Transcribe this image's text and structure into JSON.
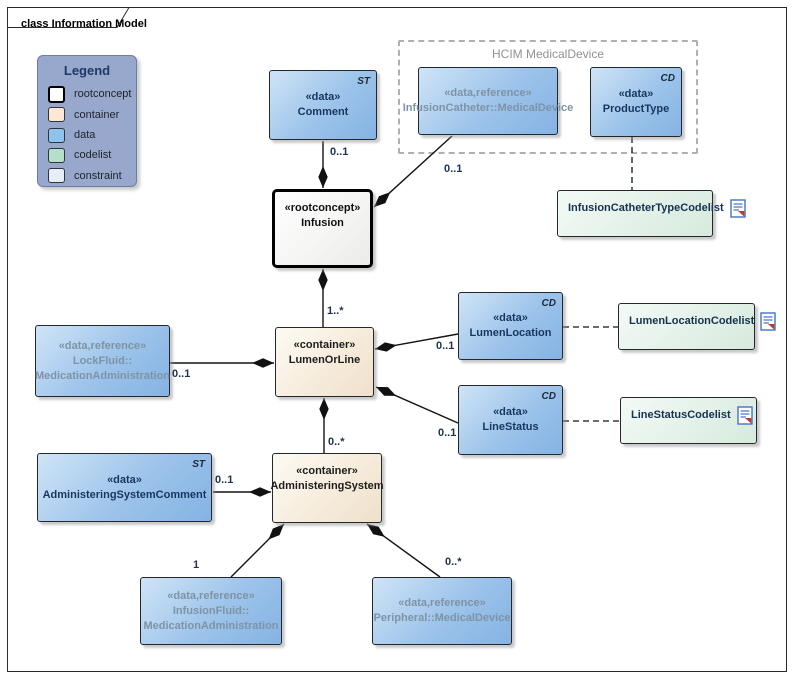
{
  "frame": {
    "title": "class Information Model"
  },
  "legend": {
    "title": "Legend",
    "items": [
      {
        "label": "rootconcept",
        "color": "#ffffff",
        "border": "#000000"
      },
      {
        "label": "container",
        "color": "#fce8d5",
        "border": "#30343b"
      },
      {
        "label": "data",
        "color": "#8ec3ee",
        "border": "#30343b"
      },
      {
        "label": "codelist",
        "color": "#b5dfc8",
        "border": "#30343b"
      },
      {
        "label": "constraint",
        "color": "#e8ebf8",
        "border": "#30343b"
      }
    ]
  },
  "boundary": {
    "label": "HCIM MedicalDevice"
  },
  "nodes": {
    "comment": {
      "stereotype": "«data»",
      "name": "Comment",
      "tag": "ST"
    },
    "infusion_catheter": {
      "stereotype": "«data,reference»",
      "name": "InfusionCatheter::MedicalDevice"
    },
    "product_type": {
      "stereotype": "«data»",
      "name": "ProductType",
      "tag": "CD"
    },
    "infusion_catheter_type_codelist": {
      "name": "InfusionCatheterTypeCodelist"
    },
    "infusion": {
      "stereotype": "«rootconcept»",
      "name": "Infusion"
    },
    "lumen_or_line": {
      "stereotype": "«container»",
      "name": "LumenOrLine"
    },
    "lumen_location": {
      "stereotype": "«data»",
      "name": "LumenLocation",
      "tag": "CD"
    },
    "lumen_location_codelist": {
      "name": "LumenLocationCodelist"
    },
    "line_status": {
      "stereotype": "«data»",
      "name": "LineStatus",
      "tag": "CD"
    },
    "line_status_codelist": {
      "name": "LineStatusCodelist"
    },
    "lock_fluid": {
      "stereotype": "«data,reference»",
      "name_line1": "LockFluid::",
      "name_line2": "MedicationAdministration"
    },
    "administering_system_comment": {
      "stereotype": "«data»",
      "name": "AdministeringSystemComment",
      "tag": "ST"
    },
    "administering_system": {
      "stereotype": "«container»",
      "name": "AdministeringSystem"
    },
    "infusion_fluid": {
      "stereotype": "«data,reference»",
      "name_line1": "InfusionFluid::",
      "name_line2": "MedicationAdministration"
    },
    "peripheral": {
      "stereotype": "«data,reference»",
      "name": "Peripheral::MedicalDevice"
    }
  },
  "multiplicities": {
    "comment_to_infusion": "0..1",
    "catheter_to_infusion": "0..1",
    "infusion_to_lumenorline": "1..*",
    "lockfluid_to_lumenorline": "0..1",
    "lumenorline_to_lumenlocation": "0..1",
    "lumenorline_to_linestatus": "0..1",
    "lumenorline_to_administeringsystem": "0..*",
    "comment_to_administeringsystem": "0..1",
    "infusionfluid_to_administeringsystem": "1",
    "peripheral_to_administeringsystem": "0..*"
  },
  "colors": {
    "data_fill": "#9cc3ea",
    "container_fill": "#f6ecdc",
    "rootconcept_fill": "#f7f7f6",
    "codelist_fill": "#e3f1e8",
    "constraint_fill": "#e8ebf8",
    "legend_background": "#98a7cc",
    "reference_text": "#7e93a6",
    "name_text": "#17375e",
    "connector": "#141414"
  }
}
